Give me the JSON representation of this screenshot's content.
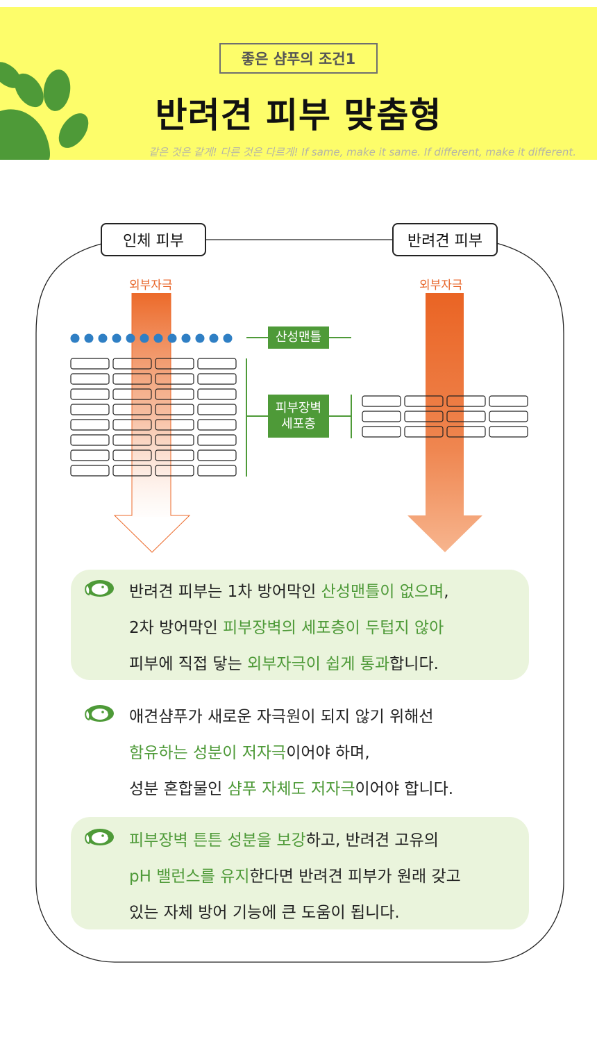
{
  "header": {
    "subtitle": "좋은 샴푸의 조건1",
    "title": "반려견 피부 맞춤형",
    "tagline": "같은 것은 같게! 다른 것은 다르게! If same, make it same. If different, make it different."
  },
  "diagram": {
    "human_label": "인체 피부",
    "dog_label": "반려견 피부",
    "stimulus_left": "외부자극",
    "stimulus_right": "외부자극",
    "acid_mantle": "산성맨틀",
    "barrier_line1": "피부장벽",
    "barrier_line2": "세포층",
    "human_layers": 8,
    "dog_layers": 3
  },
  "colors": {
    "banner": "#fdfd6a",
    "paw": "#4e9a38",
    "accent_green": "#4e9a38",
    "stimulus_orange": "#e8662a",
    "acid_dots": "#2f7fc4",
    "note_bg": "#eaf4dc"
  },
  "notes": [
    {
      "icon": "dog-face-icon",
      "lines": [
        [
          {
            "t": "반려견 피부는 1차 방어막인 "
          },
          {
            "t": "산성맨틀이 없으며",
            "hl": true
          },
          {
            "t": ","
          }
        ],
        [
          {
            "t": "2차 방어막인  "
          },
          {
            "t": "피부장벽의 세포층이 두텁지 않아",
            "hl": true
          }
        ],
        [
          {
            "t": "피부에 직접 닿는 "
          },
          {
            "t": "외부자극이 쉽게 통과",
            "hl": true
          },
          {
            "t": "합니다."
          }
        ]
      ]
    },
    {
      "icon": "dog-face-icon",
      "lines": [
        [
          {
            "t": "애견샴푸가 새로운 자극원이 되지 않기 위해선"
          }
        ],
        [
          {
            "t": "함유하는 성분이 저자극",
            "hl": true
          },
          {
            "t": "이어야 하며,"
          }
        ],
        [
          {
            "t": "성분 혼합물인 "
          },
          {
            "t": "샴푸 자체도 저자극",
            "hl": true
          },
          {
            "t": "이어야 합니다."
          }
        ]
      ]
    },
    {
      "icon": "dog-face-icon",
      "lines": [
        [
          {
            "t": "피부장벽 튼튼 성분을 보강",
            "hl": true
          },
          {
            "t": "하고, 반려견 고유의"
          }
        ],
        [
          {
            "t": "pH 밸런스를 유지",
            "hl": true
          },
          {
            "t": "한다면 반려견 피부가 원래 갖고"
          }
        ],
        [
          {
            "t": "있는 자체 방어 기능에 큰 도움이 됩니다."
          }
        ]
      ]
    }
  ]
}
